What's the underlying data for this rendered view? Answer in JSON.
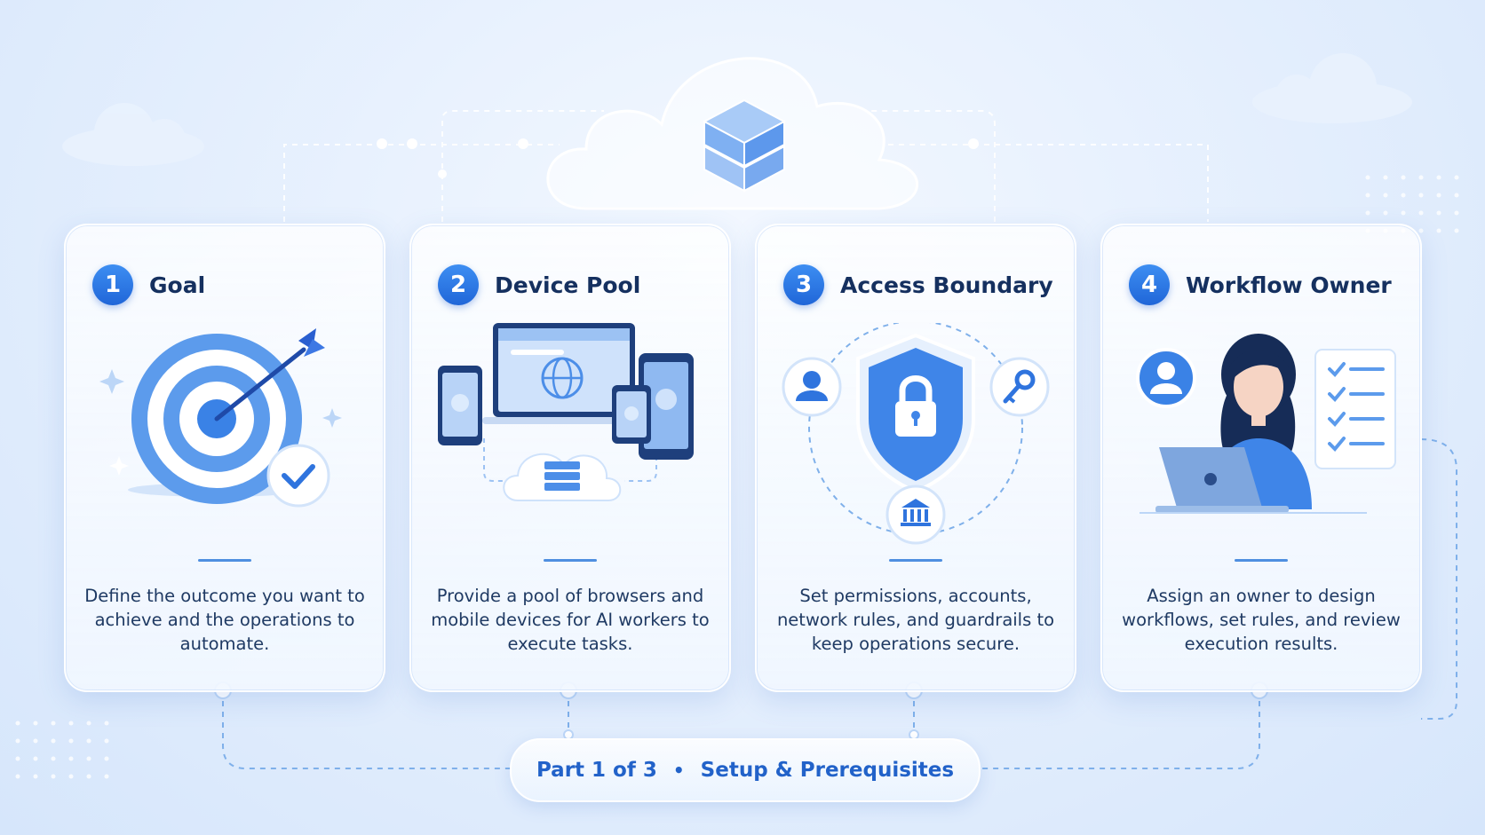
{
  "cards": [
    {
      "number": "1",
      "title": "Goal",
      "description": "Define the outcome you want to achieve and the operations to automate."
    },
    {
      "number": "2",
      "title": "Device Pool",
      "description": "Provide a pool of browsers and mobile devices for AI workers to execute tasks."
    },
    {
      "number": "3",
      "title": "Access Boundary",
      "description": "Set permissions, accounts, network rules, and guardrails to keep operations secure."
    },
    {
      "number": "4",
      "title": "Workflow Owner",
      "description": "Assign an owner to design workflows, set rules, and review execution results."
    }
  ],
  "footer": {
    "part": "Part 1 of 3",
    "separator": "•",
    "section": "Setup & Prerequisites"
  },
  "icons": [
    "cloud-cube-icon",
    "target-icon",
    "devices-icon",
    "shield-lock-icon",
    "person-laptop-icon"
  ],
  "colors": {
    "accent": "#2b6fdc",
    "title": "#15305f",
    "text": "#1f3a63",
    "light": "#bcd6f7"
  }
}
